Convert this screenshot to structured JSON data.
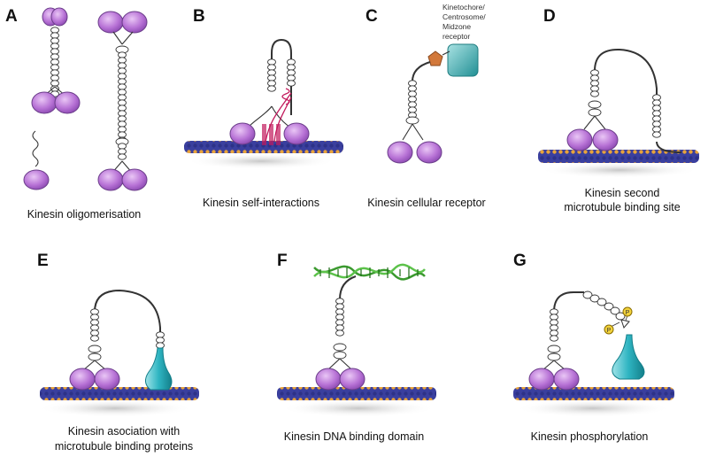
{
  "panels": {
    "A": {
      "letter": "A",
      "caption": [
        "Kinesin oligomerisation"
      ]
    },
    "B": {
      "letter": "B",
      "caption": [
        "Kinesin self-interactions"
      ]
    },
    "C": {
      "letter": "C",
      "caption": [
        "Kinesin cellular receptor"
      ],
      "receptor_label": [
        "Kinetochore/",
        "Centrosome/",
        "Midzone",
        "receptor"
      ]
    },
    "D": {
      "letter": "D",
      "caption": [
        "Kinesin second",
        "microtubule binding site"
      ]
    },
    "E": {
      "letter": "E",
      "caption": [
        "Kinesin asociation with",
        "microtubule binding proteins"
      ]
    },
    "F": {
      "letter": "F",
      "caption": [
        "Kinesin DNA binding domain"
      ]
    },
    "G": {
      "letter": "G",
      "caption": [
        "Kinesin phosphorylation"
      ],
      "phospho_label": "P"
    }
  },
  "colors": {
    "motor_head": "#b873d6",
    "microtubule_blue": "#3a3f9e",
    "microtubule_orange": "#e8a33a",
    "receptor_teal": "#2fa6a8",
    "adaptor_teal": "#25b8c4",
    "dna_green": "#3b9a2f",
    "crossing_red": "#c2185b",
    "phosphate_yellow": "#f2d23c"
  }
}
